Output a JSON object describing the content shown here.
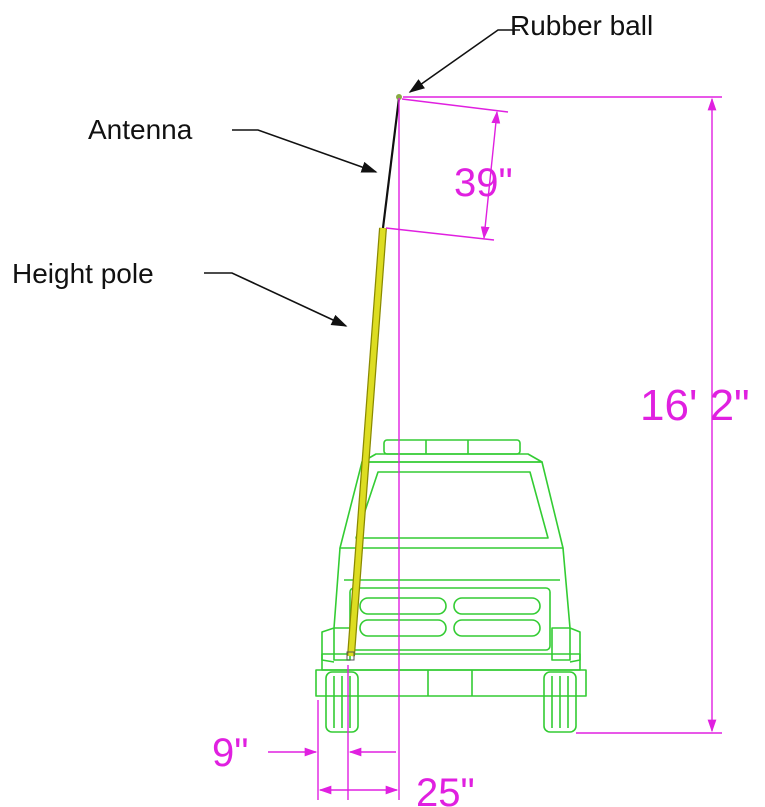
{
  "labels": {
    "rubber_ball": "Rubber ball",
    "antenna": "Antenna",
    "height_pole": "Height pole"
  },
  "dimensions": {
    "antenna_length": "39\"",
    "total_height": "16' 2\"",
    "pole_offset": "9\"",
    "top_offset": "25\""
  },
  "colors": {
    "dimension": "#e020e0",
    "truck": "#33cc33",
    "pole": "#dddd22",
    "pole_edge": "#8a8a00",
    "antenna": "#111111",
    "ball": "#88aa44"
  }
}
